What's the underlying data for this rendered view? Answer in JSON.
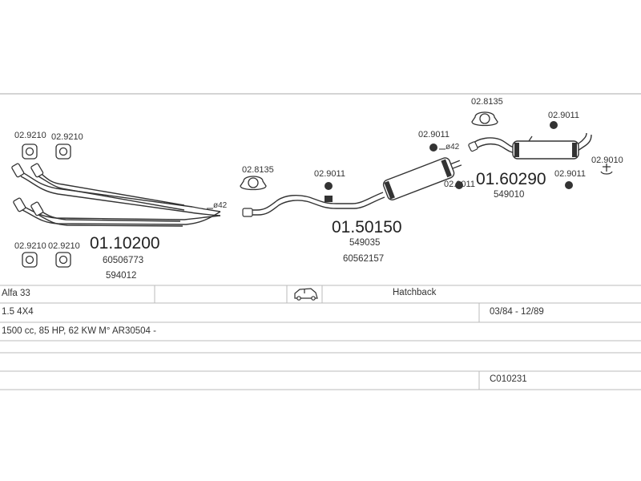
{
  "parts": {
    "front_pipe": {
      "number": "01.10200",
      "ref1": "60506773",
      "ref2": "594012"
    },
    "middle_silencer": {
      "number": "01.50150",
      "ref1": "549035",
      "ref2": "60562157"
    },
    "rear_silencer": {
      "number": "01.60290",
      "ref1": "549010"
    }
  },
  "accessories": {
    "gasket_tl1": "02.9210",
    "gasket_tl2": "02.9210",
    "gasket_bl1": "02.9210",
    "gasket_bl2": "02.9210",
    "clamp_mid": "02.8135",
    "clamp_top": "02.8135",
    "mount_mid": "02.9011",
    "mount_a": "02.9011",
    "mount_b": "02.9011",
    "mount_c": "02.9011",
    "mount_d": "02.9011",
    "hanger": "02.9010"
  },
  "diameters": {
    "front": "ø42",
    "mid": "ø42"
  },
  "info": {
    "model": "Alfa 33",
    "body": "Hatchback",
    "engine": "1.5 4X4",
    "years": "03/84 - 12/89",
    "spec": "1500 cc, 85 HP, 62 KW M° AR30504 -",
    "code": "C010231"
  },
  "icons": {
    "vehicle": "hatchback-car-icon"
  }
}
